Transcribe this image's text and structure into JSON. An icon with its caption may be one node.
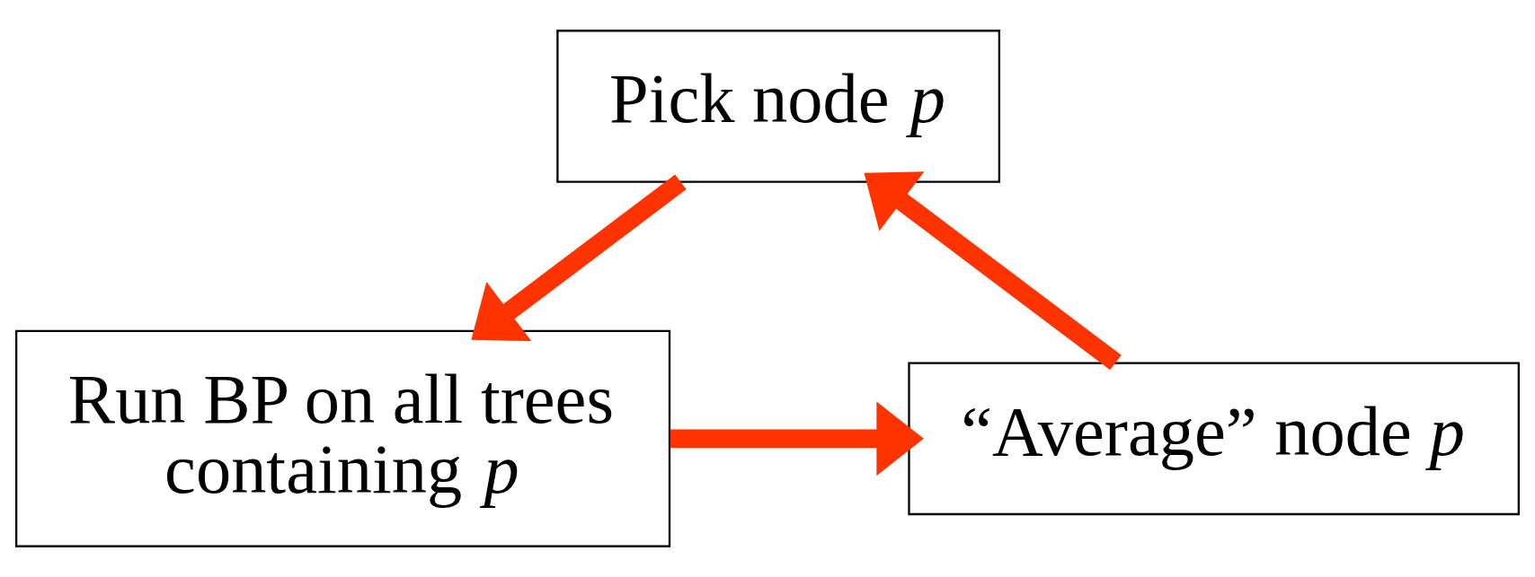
{
  "diagram": {
    "nodes": [
      {
        "text": [
          "Pick node *p*"
        ]
      },
      {
        "text": [
          "Run BP on all trees containing *p*"
        ]
      },
      {
        "text": [
          "“Average” node *p*"
        ]
      }
    ],
    "edges": [
      {
        "from": 0,
        "to": 1,
        "arrow": "to",
        "color": "#ff3300"
      },
      {
        "from": 1,
        "to": 2,
        "arrow": "to",
        "color": "#ff3300"
      },
      {
        "from": 2,
        "to": 0,
        "arrow": "to",
        "color": "#ff3300"
      }
    ]
  }
}
